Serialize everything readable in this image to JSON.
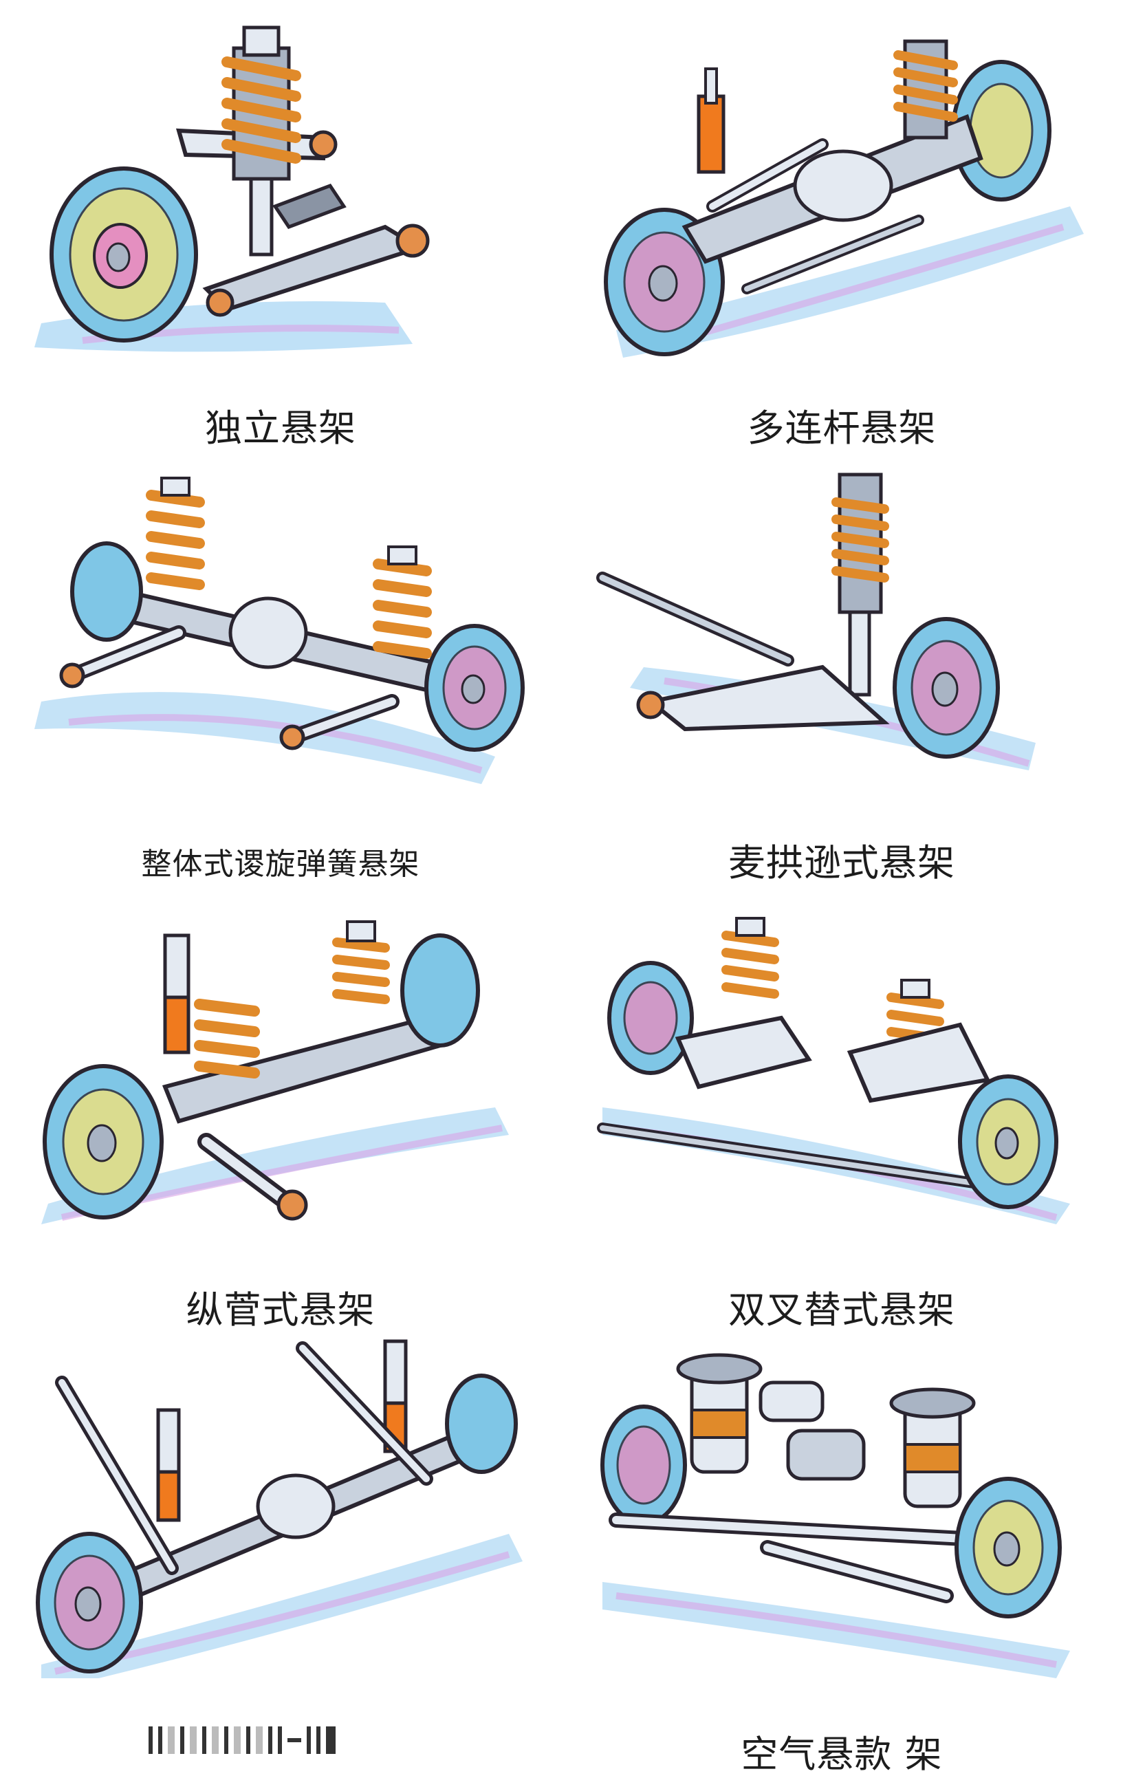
{
  "panels": [
    {
      "caption": "独立悬架",
      "kind": "independent"
    },
    {
      "caption": "多连杆悬架",
      "kind": "multilink"
    },
    {
      "caption": "整体式谡旋弹簧悬架",
      "kind": "coil_axle"
    },
    {
      "caption": "麦拱逊式悬架",
      "kind": "macpherson"
    },
    {
      "caption": "纵菅式悬架",
      "kind": "trailing"
    },
    {
      "caption": "双叉替式悬架",
      "kind": "double_wishbone"
    },
    {
      "caption": "",
      "kind": "leaf_axle"
    },
    {
      "caption": "空气悬款 架",
      "kind": "air"
    }
  ],
  "colors": {
    "outline": "#2a2530",
    "steel": "#a9b4c4",
    "chrome_light": "#e4eaf2",
    "spring": "#e08a2a",
    "spring_light": "#f3c16a",
    "shock_orange": "#f07a1e",
    "rotor_blue": "#7fc6e6",
    "rotor_pink": "#e48fc0",
    "rotor_yellow": "#f1e27a",
    "shadow_blue": "#8cc8f0",
    "shadow_pink": "#d9a4e6"
  }
}
